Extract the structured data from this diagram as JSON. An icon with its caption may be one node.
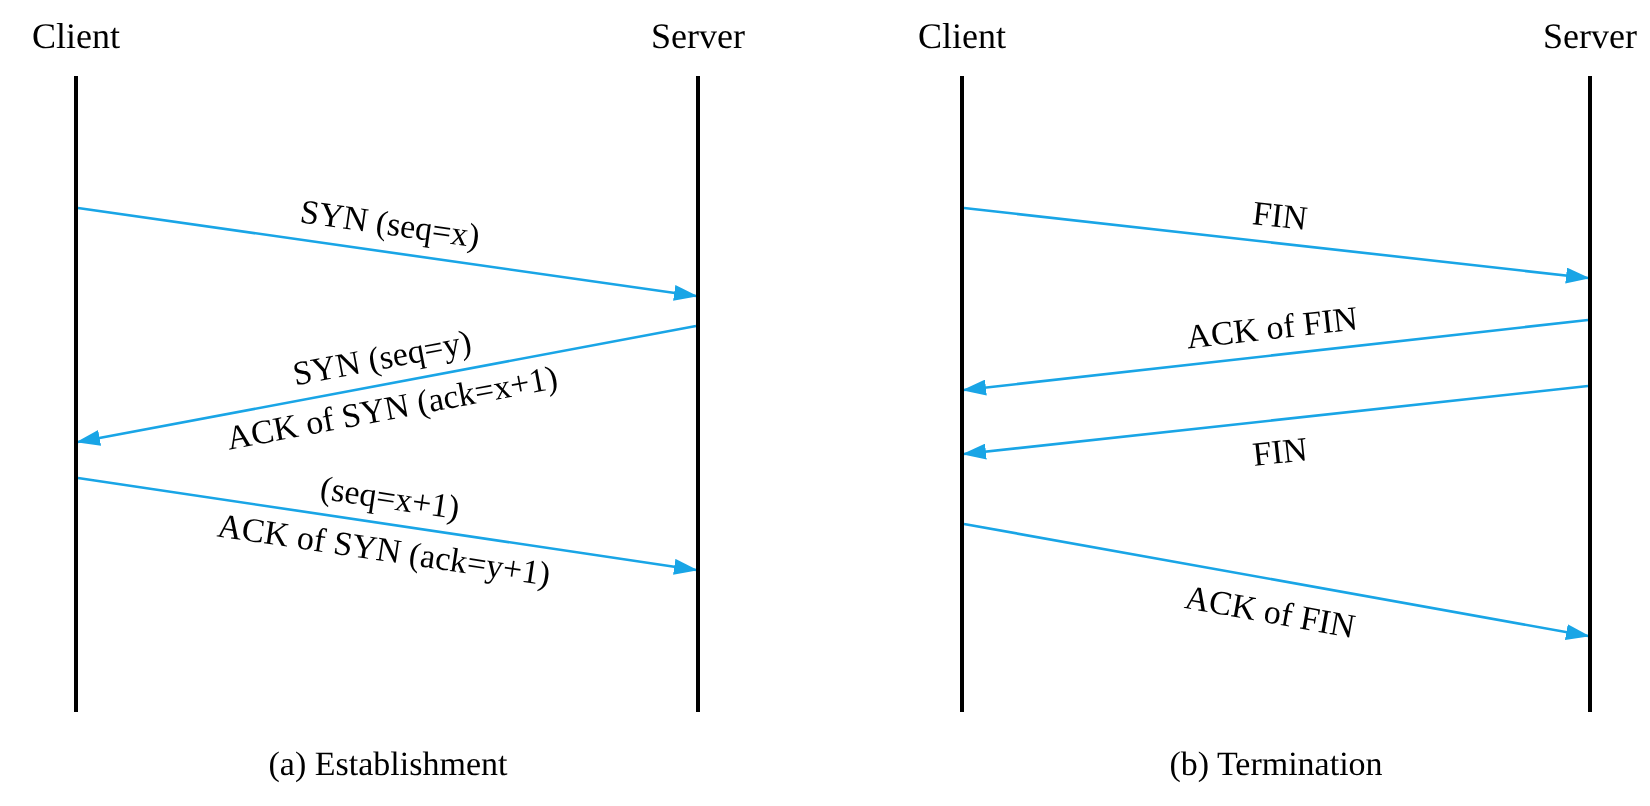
{
  "diagram": {
    "nodes": [
      {
        "text": [
          "Client"
        ]
      },
      {
        "text": [],
        "shape": "line"
      },
      {
        "text": [
          "Server"
        ]
      },
      {
        "text": [],
        "shape": "line"
      },
      {
        "text": [
          "Client"
        ]
      },
      {
        "text": [],
        "shape": "line"
      },
      {
        "text": [
          "Server"
        ]
      },
      {
        "text": [],
        "shape": "line"
      }
    ],
    "edges": [
      {
        "from": 1,
        "to": 3,
        "arrow": "to",
        "label": "SYN (seq=x)"
      },
      {
        "from": 3,
        "to": 1,
        "arrow": "to",
        "label": "SYN (seq=y)"
      },
      {
        "from": 1,
        "to": 3,
        "arrow": "to",
        "label": "(seq=x+1)"
      },
      {
        "from": 5,
        "to": 7,
        "arrow": "to",
        "label": "FIN"
      },
      {
        "from": 7,
        "to": 5,
        "arrow": "to",
        "label": "ACK of FIN"
      },
      {
        "from": 7,
        "to": 5,
        "arrow": "to",
        "label": "FIN"
      },
      {
        "from": 5,
        "to": 7,
        "arrow": "to",
        "label": "ACK of FIN"
      }
    ],
    "labels": [
      "ACK of SYN (ack=x+1)",
      "ACK of SYN (ack=y+1)",
      "(a) Establishment",
      "(b) Termination"
    ]
  }
}
